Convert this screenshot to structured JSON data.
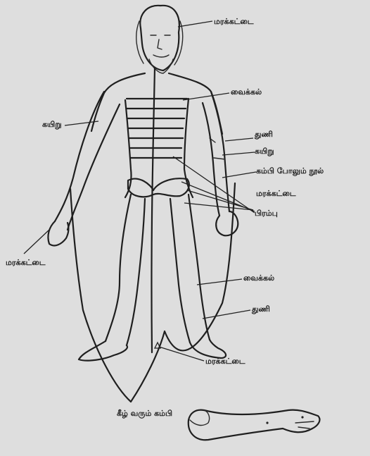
{
  "labels": {
    "head_frame": "மரக்கட்டை",
    "chest_straw": "வைக்கல்",
    "arm_cord": "கயிறு",
    "cloth_upper": "துணி",
    "cord_right": "கயிறு",
    "cordlike_thread": "கம்பி போலும் நூல்",
    "wood_hip": "மரக்கட்டை",
    "pirappu": "பிரம்பு",
    "wood_left_hand": "மரக்கட்டை",
    "straw_leg": "வைக்கல்",
    "cloth_leg": "துணி",
    "wood_center": "மரக்கட்டை",
    "bottom_wire": "கீழ் வரும் கம்பி"
  }
}
